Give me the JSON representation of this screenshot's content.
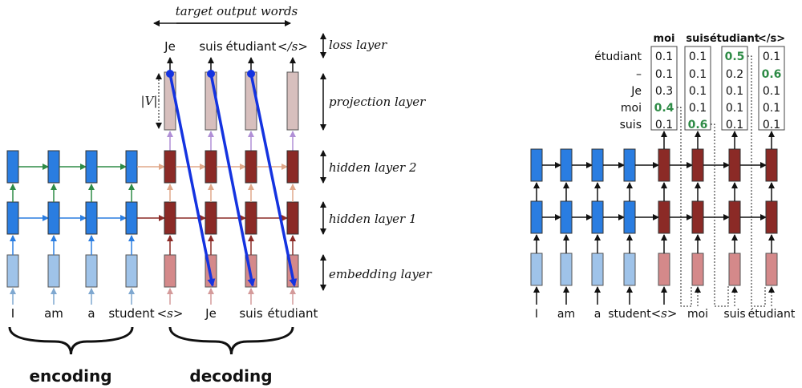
{
  "left": {
    "title": "target output words",
    "outputs": [
      "Je",
      "suis",
      "étudiant",
      "</s>"
    ],
    "inputs": [
      "I",
      "am",
      "a",
      "student",
      "<s>",
      "Je",
      "suis",
      "étudiant"
    ],
    "vocab_label": "|V|",
    "layer_labels": [
      "loss layer",
      "projection layer",
      "hidden layer 2",
      "hidden layer 1",
      "embedding layer"
    ],
    "group_labels": [
      "encoding",
      "decoding"
    ]
  },
  "right": {
    "column_headers": [
      "moi",
      "suis",
      "étudiant",
      "</s>"
    ],
    "row_labels": [
      "étudiant",
      "–",
      "Je",
      "moi",
      "suis"
    ],
    "probabilities": [
      [
        "0.1",
        "0.1",
        "0.3",
        "0.4",
        "0.1"
      ],
      [
        "0.1",
        "0.1",
        "0.1",
        "0.1",
        "0.6"
      ],
      [
        "0.5",
        "0.2",
        "0.1",
        "0.1",
        "0.1"
      ],
      [
        "0.1",
        "0.6",
        "0.1",
        "0.1",
        "0.1"
      ]
    ],
    "highlight_rows": [
      3,
      4,
      0,
      1
    ],
    "inputs": [
      "I",
      "am",
      "a",
      "student",
      "<s>",
      "moi",
      "suis",
      "étudiant"
    ]
  },
  "colors": {
    "encoder": "#2a7de1",
    "encoder_embed": "#9fc3e9",
    "decoder": "#8b2a26",
    "decoder_embed": "#d4898a",
    "projection": "#d7bfbd",
    "highlight": "#2e8b46",
    "feed_line": "#1433e0"
  }
}
